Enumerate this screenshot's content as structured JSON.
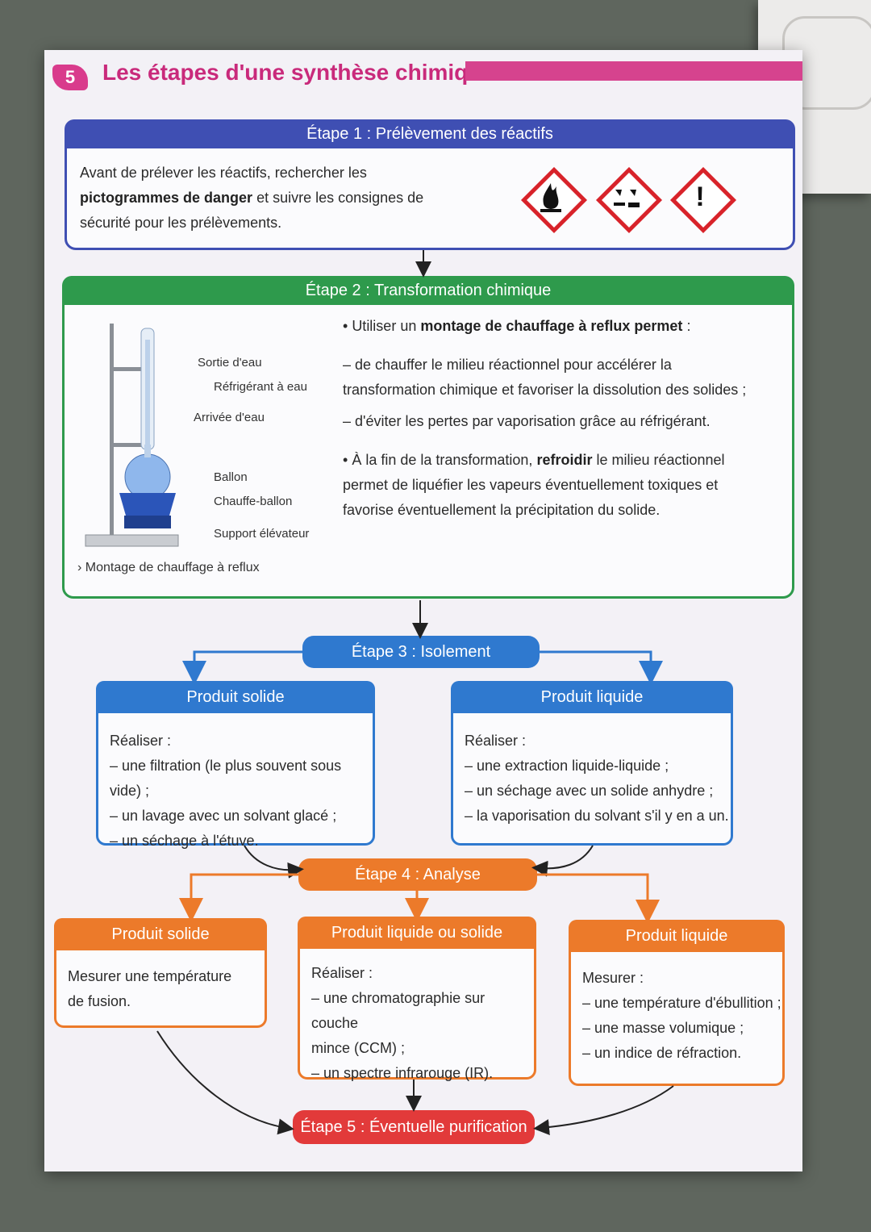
{
  "header": {
    "number": "5",
    "title": "Les étapes d'une synthèse chimique"
  },
  "step1": {
    "title": "Étape 1 : Prélèvement des réactifs",
    "text_a": "Avant de prélever les réactifs, rechercher les ",
    "text_b": "pictogrammes de danger",
    "text_c": " et suivre les consignes de sécurité pour les prélèvements.",
    "pictograms": [
      "flame-icon",
      "corrosive-icon",
      "exclamation-icon"
    ],
    "exclamation": "!"
  },
  "step2": {
    "title": "Étape 2 : Transformation chimique",
    "diagram_labels": {
      "water_out": "Sortie d'eau",
      "condenser": "Réfrigérant à eau",
      "water_in": "Arrivée d'eau",
      "flask": "Ballon",
      "heater": "Chauffe-ballon",
      "lift": "Support élévateur"
    },
    "caption": "› Montage de chauffage à reflux",
    "bullet1_a": "Utiliser un ",
    "bullet1_b": "montage de chauffage à reflux permet",
    "bullet1_c": " :",
    "dash1": "– de chauffer le milieu réactionnel pour accélérer la transformation chimique et favoriser la dissolution des solides ;",
    "dash2": "– d'éviter les pertes par vaporisation grâce au réfrigérant.",
    "bullet2_a": "À la fin de la transformation, ",
    "bullet2_b": "refroidir",
    "bullet2_c": " le milieu réactionnel permet de liquéfier les vapeurs éventuellement toxiques et favorise éventuellement la précipitation du solide."
  },
  "step3": {
    "title": "Étape 3 : Isolement",
    "solid": {
      "title": "Produit solide",
      "lines": [
        "Réaliser :",
        "– une filtration (le plus souvent sous vide) ;",
        "– un lavage avec un solvant glacé ;",
        "– un séchage à l'étuve."
      ]
    },
    "liquid": {
      "title": "Produit liquide",
      "lines": [
        "Réaliser :",
        "– une extraction liquide-liquide ;",
        "– un séchage avec un solide anhydre ;",
        "– la vaporisation du solvant s'il y en a un."
      ]
    }
  },
  "step4": {
    "title": "Étape 4 : Analyse",
    "solid": {
      "title": "Produit solide",
      "lines": [
        "Mesurer une température",
        "de fusion."
      ]
    },
    "both": {
      "title": "Produit liquide ou solide",
      "lines": [
        "Réaliser :",
        "– une chromatographie sur couche",
        "mince (CCM) ;",
        "– un spectre infrarouge (IR)."
      ]
    },
    "liquid": {
      "title": "Produit liquide",
      "lines": [
        "Mesurer :",
        "– une température d'ébullition ;",
        "– une masse volumique ;",
        "– un indice de réfraction."
      ]
    }
  },
  "step5": {
    "title": "Étape 5 : Éventuelle purification"
  },
  "colors": {
    "step1": "#3f4fb3",
    "step2": "#2e9a4c",
    "step3": "#2f79cf",
    "step4": "#ec7a2a",
    "step5": "#e23a3a",
    "title": "#c92a7b"
  }
}
